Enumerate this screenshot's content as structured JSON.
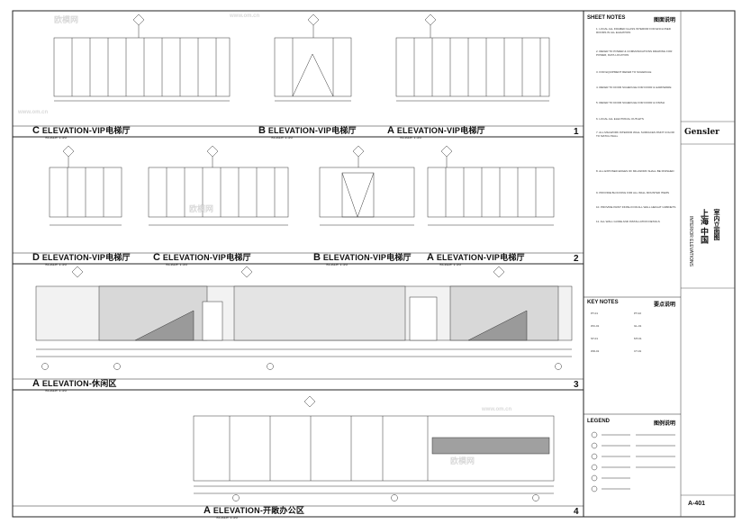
{
  "watermark": {
    "site_cn": "欧模网",
    "site_url": "www.om.cn"
  },
  "elevations": {
    "row1": [
      {
        "letter": "C",
        "title": "ELEVATION-VIP电梯厅",
        "scale": "SCALE 1:50"
      },
      {
        "letter": "B",
        "title": "ELEVATION-VIP电梯厅",
        "scale": "SCALE 1:50"
      },
      {
        "letter": "A",
        "title": "ELEVATION-VIP电梯厅",
        "scale": "SCALE 1:50"
      }
    ],
    "row1_num": "1",
    "row2": [
      {
        "letter": "D",
        "title": "ELEVATION-VIP电梯厅",
        "scale": "SCALE 1:50"
      },
      {
        "letter": "C",
        "title": "ELEVATION-VIP电梯厅",
        "scale": "SCALE 1:50"
      },
      {
        "letter": "B",
        "title": "ELEVATION-VIP电梯厅",
        "scale": "SCALE 1:50"
      },
      {
        "letter": "A",
        "title": "ELEVATION-VIP电梯厅",
        "scale": "SCALE 1:50"
      }
    ],
    "row2_num": "2",
    "row3": {
      "letter": "A",
      "title": "ELEVATION-休闲区",
      "scale": "SCALE 1:50"
    },
    "row3_num": "3",
    "row4": {
      "letter": "A",
      "title": "ELEVATION-开敞办公区",
      "scale": "SCALE 1:50"
    },
    "row4_num": "4"
  },
  "panel": {
    "sheet_notes": "SHEET NOTES",
    "sheet_notes_cn": "图面说明",
    "key_notes": "KEY NOTES",
    "key_notes_cn": "要点说明",
    "legend": "LEGEND",
    "legend_cn": "图例说明",
    "logo": "Gensler",
    "project_cn": "上海 中国",
    "drawing_title_cn": "室内立面图",
    "drawing_title_en": "INTERIOR ELEVATIONS",
    "notes": [
      "1. LOCAL ALL FRAMED GLASS INTERIOR FOR ENCLOSED ROOMS IN ALL ELEVATION",
      "2. REFER TO POWER & COMMUNICATIONS DRAWING FOR POWER, DATA LOCATION",
      "3. FOR EQUIPMENT REFER TO SCHEDULE",
      "4. REFER TO DOOR SCHEDULE FOR DOOR & HARDWARE",
      "5. REFER TO DOOR SCHEDULE FOR DOOR & FINISH",
      "6. LOCAL ALL ELECTRICAL OUTLETS",
      "7. ALL MILLWORK INTERIOR WALL SURFACES PAINT COLOR TO MATCH WALL",
      "8. ALL EXPOSED EDGES OF MILLWORK SHALL BE FINISHED",
      "9. PROVIDE BLOCKING FOR ALL WALL MOUNTED ITEMS",
      "10. PROVIDE PAINT FINISH FOR ALL WALL HEIGHT CABINETS",
      "11. ALL WALL GUIDE AND INSTALLATION DETAILS"
    ],
    "key_rows": [
      "PT-01",
      "PT-02",
      "WC-01",
      "GL-01",
      "ST-01",
      "MT-01",
      "WD-01",
      "CT-01"
    ],
    "sheet_code": "A-401"
  },
  "colors": {
    "line": "#222222",
    "fill_gray": "#9a9a9a",
    "watermark": "#d9d9d9"
  }
}
